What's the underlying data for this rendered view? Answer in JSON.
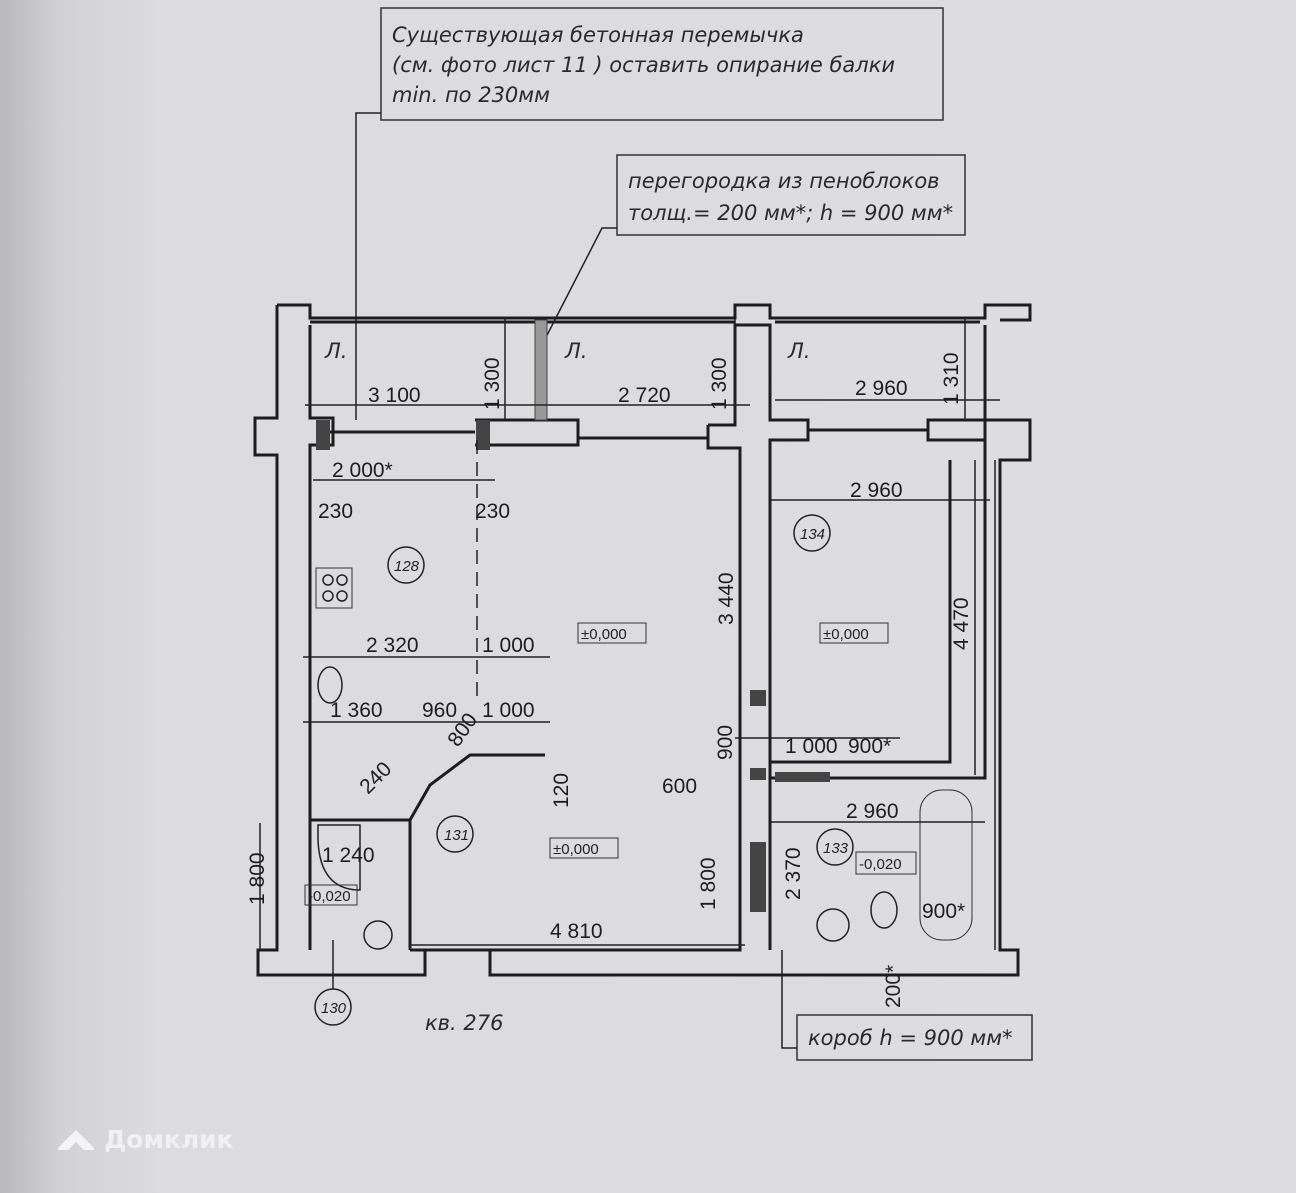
{
  "notes": {
    "lintel": [
      "Существующая бетонная перемычка",
      "(см. фото лист 11   ) оставить опирание балки",
      "min. по 230мм"
    ],
    "partition": [
      "перегородка из пеноблоков",
      "толщ.= 200 мм*; h = 900 мм*"
    ],
    "box": "короб h = 900 мм*"
  },
  "apartment_label": "кв. 276",
  "balcony_labels": [
    "Л.",
    "Л.",
    "Л."
  ],
  "rooms": [
    "128",
    "134",
    "131",
    "133",
    "130"
  ],
  "levels": [
    "±0,000",
    "±0,000",
    "±0,000",
    "-0,020",
    "-0,020"
  ],
  "dimensions": {
    "d3100": "3 100",
    "d2720": "2 720",
    "d2960a": "2 960",
    "d1300a": "1 300",
    "d1300b": "1 300",
    "d1310": "1 310",
    "d2000": "2 000*",
    "d230a": "230",
    "d230b": "230",
    "d2960b": "2 960",
    "d3440": "3 440",
    "d4470": "4 470",
    "d2320": "2 320",
    "d1000a": "1 000",
    "d1360": "1 360",
    "d960": "960",
    "d1000b": "1 000",
    "d800": "800",
    "d240": "240",
    "d120": "120",
    "d900a": "900",
    "d1000c": "1 000",
    "d900b": "900*",
    "d600": "600",
    "d2960c": "2 960",
    "d1240": "1 240",
    "d1800a": "1 800",
    "d1800b": "1 800",
    "d2370": "2 370",
    "d4810": "4 810",
    "d900c": "900*",
    "d200": "200*"
  },
  "watermark": "Домклик"
}
